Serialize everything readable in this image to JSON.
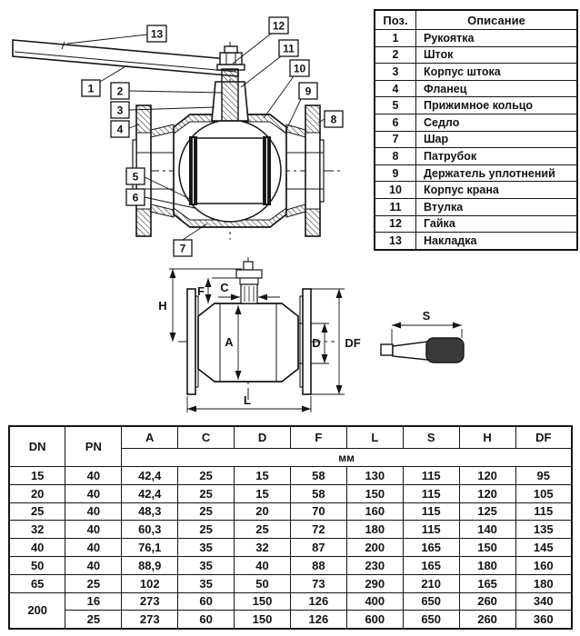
{
  "drawing": {
    "callouts": [
      "1",
      "2",
      "3",
      "4",
      "5",
      "6",
      "7",
      "8",
      "9",
      "10",
      "11",
      "12",
      "13"
    ],
    "dim_labels": {
      "H": "H",
      "F": "F",
      "C": "C",
      "A": "A",
      "D": "D",
      "DF": "DF",
      "L": "L",
      "S": "S"
    }
  },
  "parts_table": {
    "headers": {
      "pos": "Поз.",
      "desc": "Описание"
    },
    "rows": [
      {
        "pos": "1",
        "desc": "Рукоятка"
      },
      {
        "pos": "2",
        "desc": "Шток"
      },
      {
        "pos": "3",
        "desc": "Корпус штока"
      },
      {
        "pos": "4",
        "desc": "Фланец"
      },
      {
        "pos": "5",
        "desc": "Прижимное кольцо"
      },
      {
        "pos": "6",
        "desc": "Седло"
      },
      {
        "pos": "7",
        "desc": "Шар"
      },
      {
        "pos": "8",
        "desc": "Патрубок"
      },
      {
        "pos": "9",
        "desc": "Держатель уплотнений"
      },
      {
        "pos": "10",
        "desc": "Корпус крана"
      },
      {
        "pos": "11",
        "desc": "Втулка"
      },
      {
        "pos": "12",
        "desc": "Гайка"
      },
      {
        "pos": "13",
        "desc": "Накладка"
      }
    ]
  },
  "dims_table": {
    "headers": [
      "DN",
      "PN",
      "A",
      "C",
      "D",
      "F",
      "L",
      "S",
      "H",
      "DF"
    ],
    "unit_label": "мм",
    "rows": [
      [
        "15",
        "40",
        "42,4",
        "25",
        "15",
        "58",
        "130",
        "115",
        "120",
        "95"
      ],
      [
        "20",
        "40",
        "42,4",
        "25",
        "15",
        "58",
        "150",
        "115",
        "120",
        "105"
      ],
      [
        "25",
        "40",
        "48,3",
        "25",
        "20",
        "70",
        "160",
        "115",
        "125",
        "115"
      ],
      [
        "32",
        "40",
        "60,3",
        "25",
        "25",
        "72",
        "180",
        "115",
        "140",
        "135"
      ],
      [
        "40",
        "40",
        "76,1",
        "35",
        "32",
        "87",
        "200",
        "165",
        "150",
        "145"
      ],
      [
        "50",
        "40",
        "88,9",
        "35",
        "40",
        "88",
        "230",
        "165",
        "180",
        "160"
      ],
      [
        "65",
        "25",
        "102",
        "35",
        "50",
        "73",
        "290",
        "210",
        "165",
        "180"
      ],
      [
        "200",
        "16",
        "273",
        "60",
        "150",
        "126",
        "400",
        "650",
        "260",
        "340"
      ],
      [
        null,
        "25",
        "273",
        "60",
        "150",
        "126",
        "600",
        "650",
        "260",
        "360"
      ]
    ]
  },
  "colors": {
    "line": "#141414",
    "background": "#ffffff",
    "grip_fill": "#3a3a3a"
  }
}
